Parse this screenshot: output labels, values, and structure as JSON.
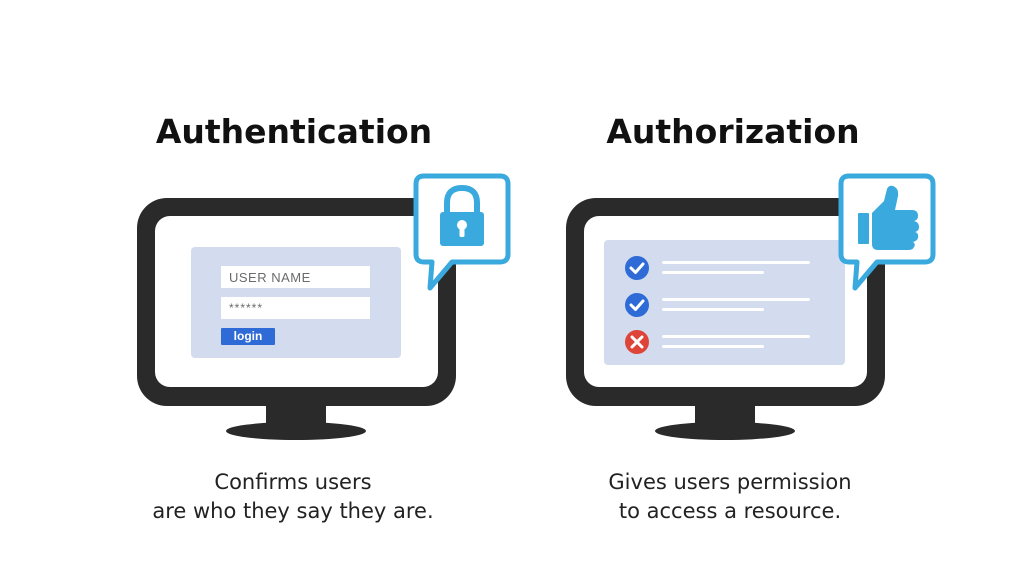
{
  "authentication": {
    "title": "Authentication",
    "caption_line1": "Confirms users",
    "caption_line2": "are who they say they are.",
    "form": {
      "username_placeholder": "USER NAME",
      "password_value": "******",
      "login_label": "login"
    },
    "badge_icon": "lock-icon"
  },
  "authorization": {
    "title": "Authorization",
    "caption_line1": "Gives users permission",
    "caption_line2": "to access a resource.",
    "items": [
      {
        "status": "allowed",
        "icon": "check-icon"
      },
      {
        "status": "allowed",
        "icon": "check-icon"
      },
      {
        "status": "denied",
        "icon": "cross-icon"
      }
    ],
    "badge_icon": "thumbs-up-icon"
  },
  "colors": {
    "monitor": "#2a2a2a",
    "panel": "#d3dbee",
    "accent_blue": "#3aa9de",
    "login_button": "#2f6bd6",
    "check": "#2f6bd6",
    "cross": "#de4437"
  }
}
